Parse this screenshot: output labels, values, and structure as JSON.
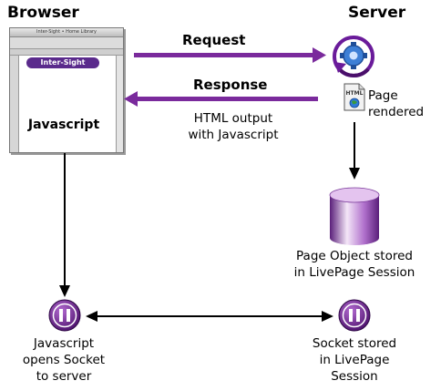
{
  "headers": {
    "browser": "Browser",
    "server": "Server"
  },
  "arrows": {
    "request": "Request",
    "response": "Response"
  },
  "browser_window": {
    "title": "Inter-Sight • Home Library",
    "logo": "Inter-Sight",
    "content": "Javascript"
  },
  "response_note": [
    "HTML output",
    "with Javascript"
  ],
  "page_rendered": [
    "Page",
    "rendered"
  ],
  "html_file_tag": "HTML",
  "page_object": [
    "Page Object stored",
    "in LivePage Session"
  ],
  "client_socket": [
    "Javascript",
    "opens Socket",
    "to server"
  ],
  "server_socket": [
    "Socket stored",
    "in LivePage",
    "Session"
  ],
  "colors": {
    "purple": "#6a1b9a",
    "arrow_purple": "#7a2a9c",
    "black": "#000000"
  }
}
